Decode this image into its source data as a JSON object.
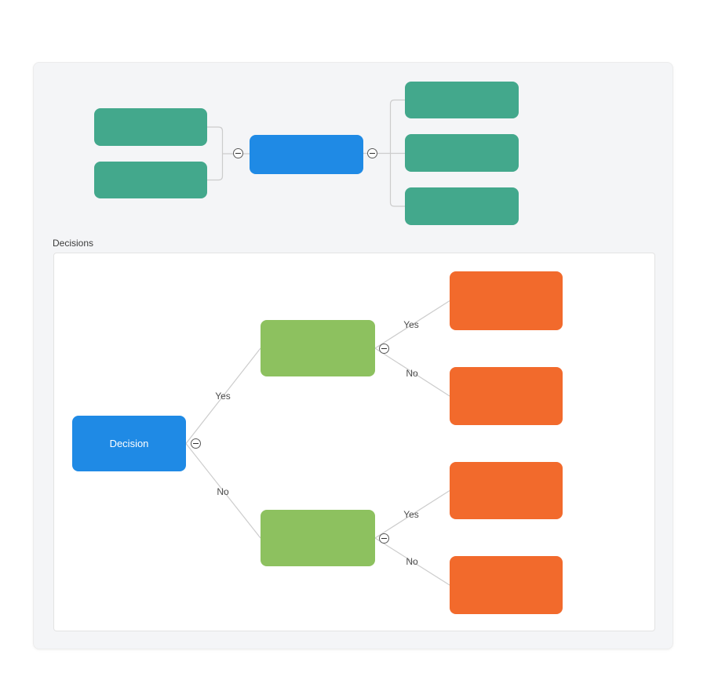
{
  "mindmap": {
    "root": {
      "label": "",
      "color": "blue"
    },
    "left_children": [
      {
        "label": "",
        "color": "teal"
      },
      {
        "label": "",
        "color": "teal"
      }
    ],
    "right_children": [
      {
        "label": "",
        "color": "teal"
      },
      {
        "label": "",
        "color": "teal"
      },
      {
        "label": "",
        "color": "teal"
      }
    ]
  },
  "decision_tree": {
    "title": "Decisions",
    "root": {
      "label": "Decision",
      "color": "blue"
    },
    "branch_nodes": [
      {
        "label": "",
        "color": "green"
      },
      {
        "label": "",
        "color": "green"
      }
    ],
    "leaf_nodes": [
      {
        "label": "",
        "color": "orange"
      },
      {
        "label": "",
        "color": "orange"
      },
      {
        "label": "",
        "color": "orange"
      },
      {
        "label": "",
        "color": "orange"
      }
    ],
    "edges": [
      {
        "from": "decision",
        "to": "branch-1",
        "label": "Yes"
      },
      {
        "from": "decision",
        "to": "branch-2",
        "label": "No"
      },
      {
        "from": "branch-1",
        "to": "leaf-1",
        "label": "Yes"
      },
      {
        "from": "branch-1",
        "to": "leaf-2",
        "label": "No"
      },
      {
        "from": "branch-2",
        "to": "leaf-3",
        "label": "Yes"
      },
      {
        "from": "branch-2",
        "to": "leaf-4",
        "label": "No"
      }
    ]
  },
  "icons": {
    "collapse": "minus-circle-icon"
  },
  "colors": {
    "canvas_bg": "#f4f5f7",
    "canvas_border": "#ececec",
    "frame_border": "#e3e3e3",
    "node_teal": "#43a88c",
    "node_blue": "#1f8ae5",
    "node_green": "#8dc15f",
    "node_orange": "#f26a2c",
    "connector": "#cccccc",
    "edge_label_text": "#4d4d4d",
    "title_text": "#3b3b3b",
    "root_text": "#ffffff"
  }
}
